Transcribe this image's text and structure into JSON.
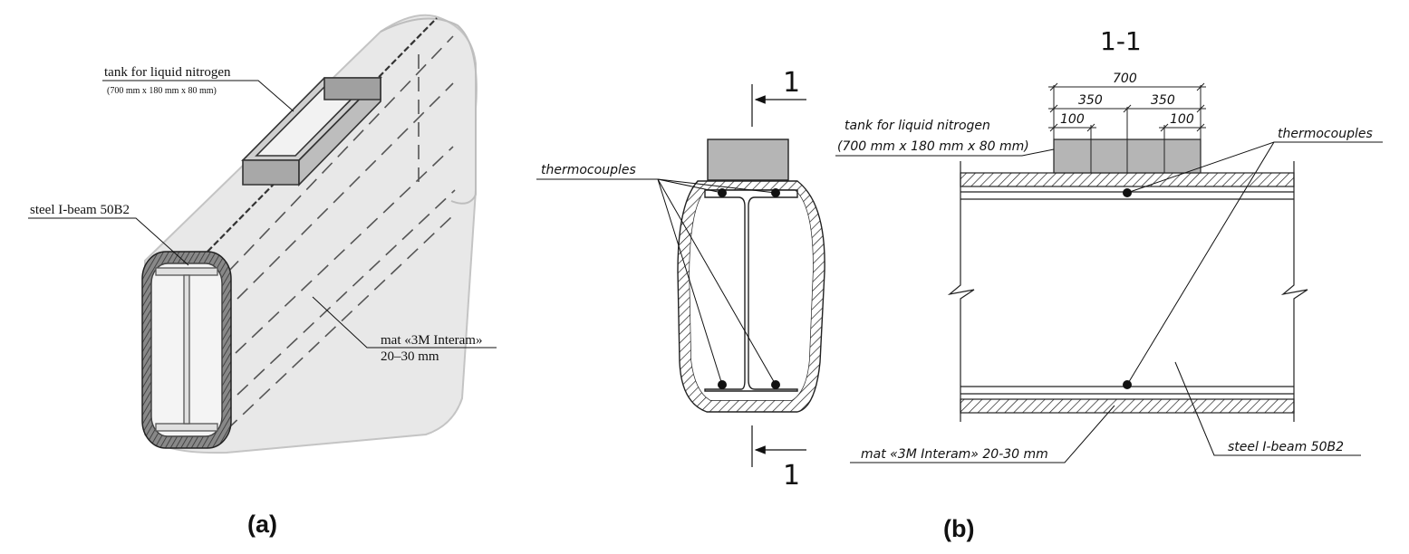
{
  "colors": {
    "ink": "#111111",
    "insulation_fill": "#e6e6e6",
    "insulation_edge": "#bdbdbd",
    "tank_fill": "#b5b5b5",
    "hatch_stroke": "#222222"
  },
  "panel_a": {
    "caption": "(a)",
    "tank_label": "tank for liquid nitrogen",
    "tank_dims": "(700 mm x 180 mm x 80 mm)",
    "beam_label": "steel I-beam 50B2",
    "mat_label": "mat «3M Interam»",
    "mat_thickness": "20–30 mm"
  },
  "panel_b": {
    "caption": "(b)",
    "cross_section": {
      "thermocouples_label": "thermocouples",
      "section_mark_top": "1",
      "section_mark_bottom": "1"
    },
    "side_view": {
      "section_title": "1-1",
      "tank_label": "tank for liquid nitrogen",
      "tank_dims": "(700 mm x 180 mm x 80 mm)",
      "thermocouples_label": "thermocouples",
      "mat_label": "mat «3M Interam» 20-30 mm",
      "beam_label": "steel I-beam 50B2",
      "dimensions": {
        "total": "700",
        "left_half": "350",
        "right_half": "350",
        "left_edge": "100",
        "right_edge": "100"
      }
    }
  }
}
